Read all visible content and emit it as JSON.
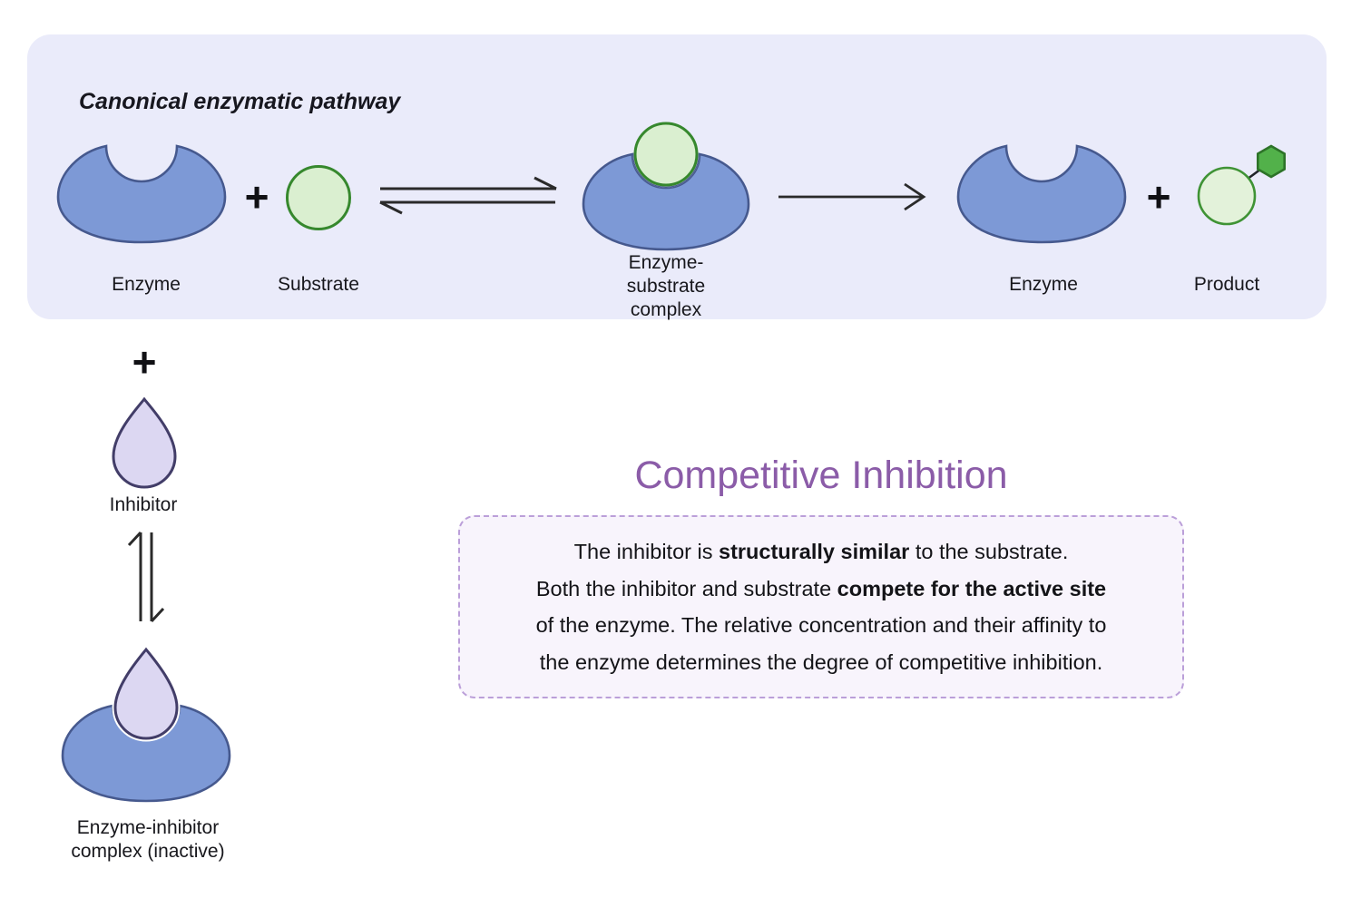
{
  "banner": {
    "title": "Canonical enzymatic pathway",
    "plus": "+",
    "enzyme1_label": "Enzyme",
    "substrate_label": "Substrate",
    "es_complex_label_lines": [
      "Enzyme-",
      "substrate",
      "complex"
    ],
    "enzyme2_label": "Enzyme",
    "product_label": "Product"
  },
  "lower_pathway": {
    "plus": "+",
    "inhibitor_label": "Inhibitor",
    "ei_complex_label_lines": [
      "Enzyme-inhibitor",
      "complex (inactive)"
    ]
  },
  "info": {
    "title": "Competitive Inhibition",
    "lines": [
      [
        {
          "t": "The inhibitor is "
        },
        {
          "t": "structurally similar",
          "b": true
        },
        {
          "t": " to the substrate."
        }
      ],
      [
        {
          "t": "Both the inhibitor and substrate "
        },
        {
          "t": "compete for the active site",
          "b": true
        }
      ],
      [
        {
          "t": "of the enzyme. The relative concentration and their affinity to"
        }
      ],
      [
        {
          "t": "the enzyme determines the degree of competitive inhibition."
        }
      ]
    ]
  },
  "colors": {
    "banner_bg": "#EAEBFA",
    "enzyme_fill": "#7D99D6",
    "enzyme_stroke": "#46598E",
    "substrate_fill": "#DAEFD0",
    "substrate_stroke": "#36882D",
    "product_fill": "#E3F2DA",
    "product_stroke": "#3F9335",
    "hexagon_fill": "#52B14A",
    "hexagon_stroke": "#2D7328",
    "inhibitor_fill": "#DCD7F2",
    "inhibitor_stroke": "#423D68",
    "info_title_purple": "#8B5CA8",
    "info_box_border": "#BB9FD9",
    "info_box_bg": "#F8F4FC",
    "arrow": "#2A2A2A",
    "text": "#17171C"
  }
}
